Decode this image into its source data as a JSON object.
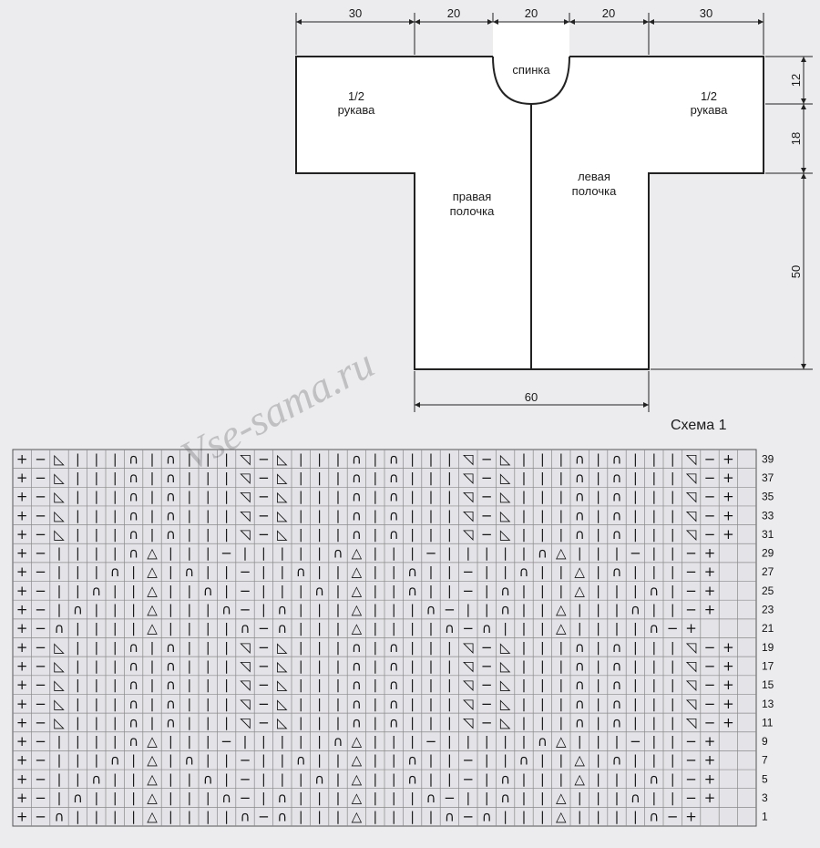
{
  "dimensions": {
    "top": [
      "30",
      "20",
      "20",
      "20",
      "30"
    ],
    "right": [
      "12",
      "18",
      "50"
    ],
    "bottom": "60"
  },
  "labels": {
    "back": "спинка",
    "sleeve_left": [
      "1/2",
      "рукава"
    ],
    "sleeve_right": [
      "1/2",
      "рукава"
    ],
    "front_right": [
      "правая",
      "полочка"
    ],
    "front_left": [
      "левая",
      "полочка"
    ]
  },
  "chart_title": "Схема 1",
  "watermark": "Vse-sama.ru",
  "symbols": {
    "+": "+",
    "-": "−",
    "|": "|",
    "n": "∩",
    "T": "△",
    "L": "◺",
    "R": "◹"
  },
  "chart": {
    "row_numbers": [
      "39",
      "37",
      "35",
      "33",
      "31",
      "29",
      "27",
      "25",
      "23",
      "21",
      "19",
      "17",
      "15",
      "13",
      "11",
      "9",
      "7",
      "5",
      "3",
      "1"
    ],
    "rows": [
      "+-L|||n|n|||R-L|||n|n|||R-L|||n|n|||R-+",
      "+-L|||n|n|||R-L|||n|n|||R-L|||n|n|||R-+",
      "+-L|||n|n|||R-L|||n|n|||R-L|||n|n|||R-+",
      "+-L|||n|n|||R-L|||n|n|||R-L|||n|n|||R-+",
      "+-L|||n|n|||R-L|||n|n|||R-L|||n|n|||R-+",
      "+-||||nT|||-|||||nT|||-|||||nT|||-||-+",
      "+-|||n|T|n||-||n||T||n||-||n||T|n|||-+",
      "+-||n||T||n|-|||n|T||n||-|n|||T|||n|-+",
      "+-|n|||T|||n-|n|||T|||n-||n||T|||n||-+",
      "+-n||||T||||n-n|||T||||n-n|||T||||n-+",
      "+-L|||n|n|||R-L|||n|n|||R-L|||n|n|||R-+",
      "+-L|||n|n|||R-L|||n|n|||R-L|||n|n|||R-+",
      "+-L|||n|n|||R-L|||n|n|||R-L|||n|n|||R-+",
      "+-L|||n|n|||R-L|||n|n|||R-L|||n|n|||R-+",
      "+-L|||n|n|||R-L|||n|n|||R-L|||n|n|||R-+",
      "+-||||nT|||-|||||nT|||-|||||nT|||-||-+",
      "+-|||n|T|n||-||n||T||n||-||n||T|n|||-+",
      "+-||n||T||n|-|||n|T||n||-|n|||T|||n|-+",
      "+-|n|||T|||n-|n|||T|||n-||n||T|||n||-+",
      "+-n||||T||||n-n|||T||||n-n|||T||||n-+"
    ]
  }
}
